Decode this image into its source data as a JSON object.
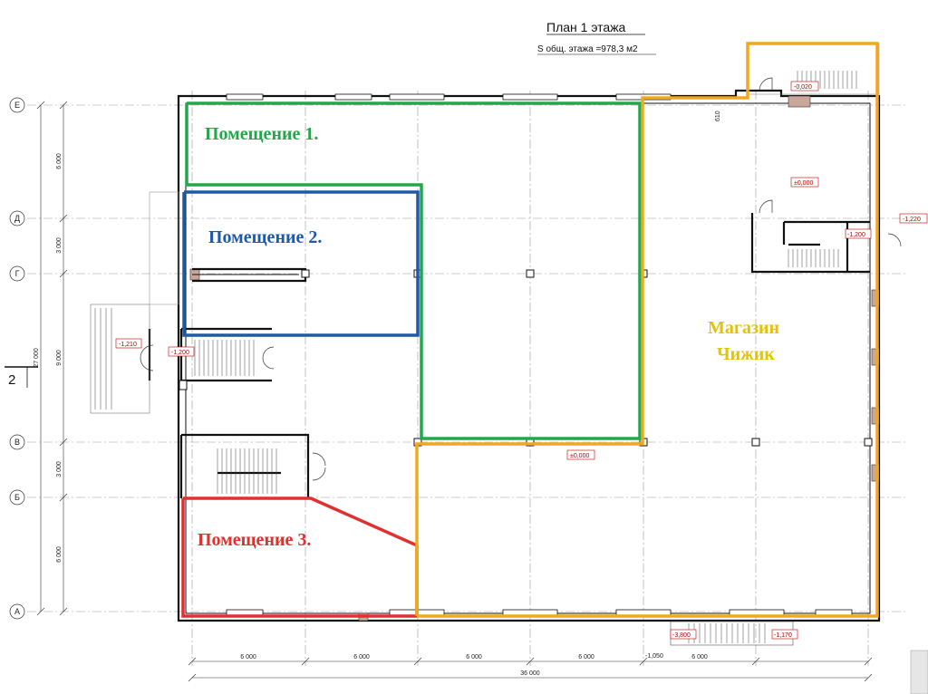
{
  "header": {
    "title": "План 1 этажа",
    "area": "S общ. этажа =978,3 м2"
  },
  "colors": {
    "room1": "#22a84a",
    "room2": "#1f5aa8",
    "room3": "#e03030",
    "shop": "#f0a820",
    "shop_text": "#e2c400",
    "level_mark": "#c00000"
  },
  "rooms": {
    "room1": "Помещение 1.",
    "room2": "Помещение 2.",
    "room3": "Помещение 3.",
    "shop_line1": "Магазин",
    "shop_line2": "Чижик"
  },
  "axes": {
    "rows": [
      "Е",
      "Д",
      "Г",
      "В",
      "Б",
      "А"
    ]
  },
  "dimensions": {
    "left_segments": [
      "6 000",
      "3 000",
      "9 000",
      "3 000",
      "6 000"
    ],
    "left_total": "27 000",
    "bottom_segments": [
      "6 000",
      "6 000",
      "6 000",
      "6 000",
      "6 000"
    ],
    "bottom_total": "36 000",
    "small_610": "610"
  },
  "levels": {
    "l_minus_0020": "-0,020",
    "l_pm_0000_top": "±0,000",
    "l_minus_1220": "-1,220",
    "l_minus_1200_right": "-1,200",
    "l_minus_1210": "-1,210",
    "l_minus_1200_left": "-1,200",
    "l_pm_0000_mid": "±0,000",
    "l_minus_3800": "-3,800",
    "l_minus_1170": "-1,170",
    "l_minus_1050": "-1,050"
  },
  "section_mark": "2"
}
